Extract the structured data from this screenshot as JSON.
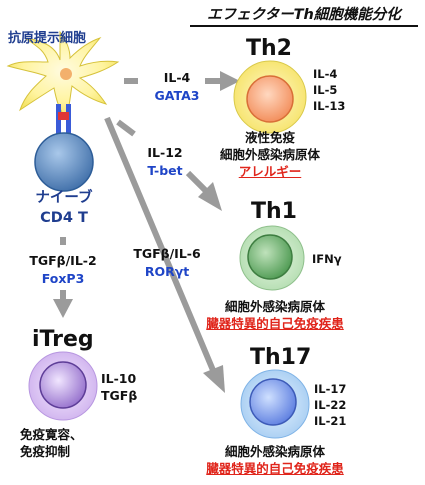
{
  "title": "エフェクターTh細胞機能分化",
  "apc_label": "抗原提示細胞",
  "naive": {
    "line1": "ナイーブ",
    "line2": "CD4 T"
  },
  "paths": {
    "th2": {
      "cytokine": "IL-4",
      "factor": "GATA3"
    },
    "th1": {
      "cytokine": "IL-12",
      "factor": "T-bet"
    },
    "th17": {
      "cytokine": "TGFβ/IL-6",
      "factor": "RORγt"
    },
    "itreg": {
      "cytokine": "TGFβ/IL-2",
      "factor": "FoxP3"
    }
  },
  "th2": {
    "name": "Th2",
    "cytokines": [
      "IL-4",
      "IL-5",
      "IL-13"
    ],
    "desc1": "液性免疫",
    "desc2": "細胞外感染病原体",
    "disease": "アレルギー"
  },
  "th1": {
    "name": "Th1",
    "cytokines": [
      "IFNγ"
    ],
    "desc1": "細胞外感染病原体",
    "disease": "臓器特異的自己免疫疾患"
  },
  "th17": {
    "name": "Th17",
    "cytokines": [
      "IL-17",
      "IL-22",
      "IL-21"
    ],
    "desc1": "細胞外感染病原体",
    "disease": "臓器特異的自己免疫疾患"
  },
  "itreg": {
    "name": "iTreg",
    "cytokines": [
      "IL-10",
      "TGFβ"
    ],
    "desc1": "免疫寛容、",
    "desc2": "免疫抑制"
  }
}
